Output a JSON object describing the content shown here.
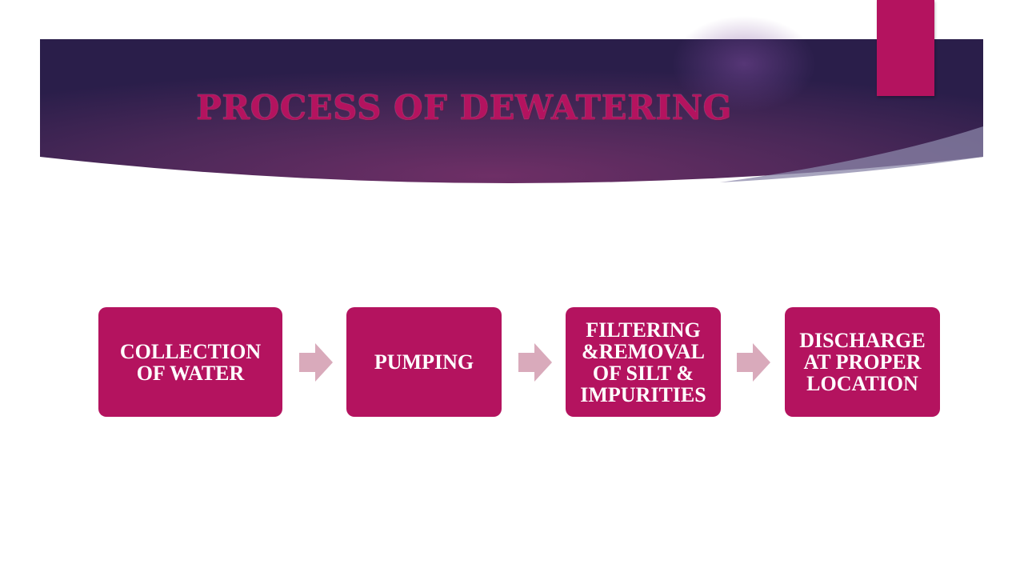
{
  "slide": {
    "title": "PROCESS OF DEWATERING"
  },
  "theme": {
    "accent": "#b4135f",
    "banner_dark": "#2a1e4a",
    "banner_mid": "#6a2d62",
    "arrow": "#d9aabb",
    "text_on_accent": "#ffffff"
  },
  "process": {
    "steps": [
      {
        "label": "COLLECTION\nOF WATER"
      },
      {
        "label": "PUMPING"
      },
      {
        "label": "FILTERING\n&REMOVAL\nOF SILT &\nIMPURITIES"
      },
      {
        "label": "DISCHARGE\nAT PROPER\nLOCATION"
      }
    ],
    "connector_icon": "right-arrow-icon"
  }
}
